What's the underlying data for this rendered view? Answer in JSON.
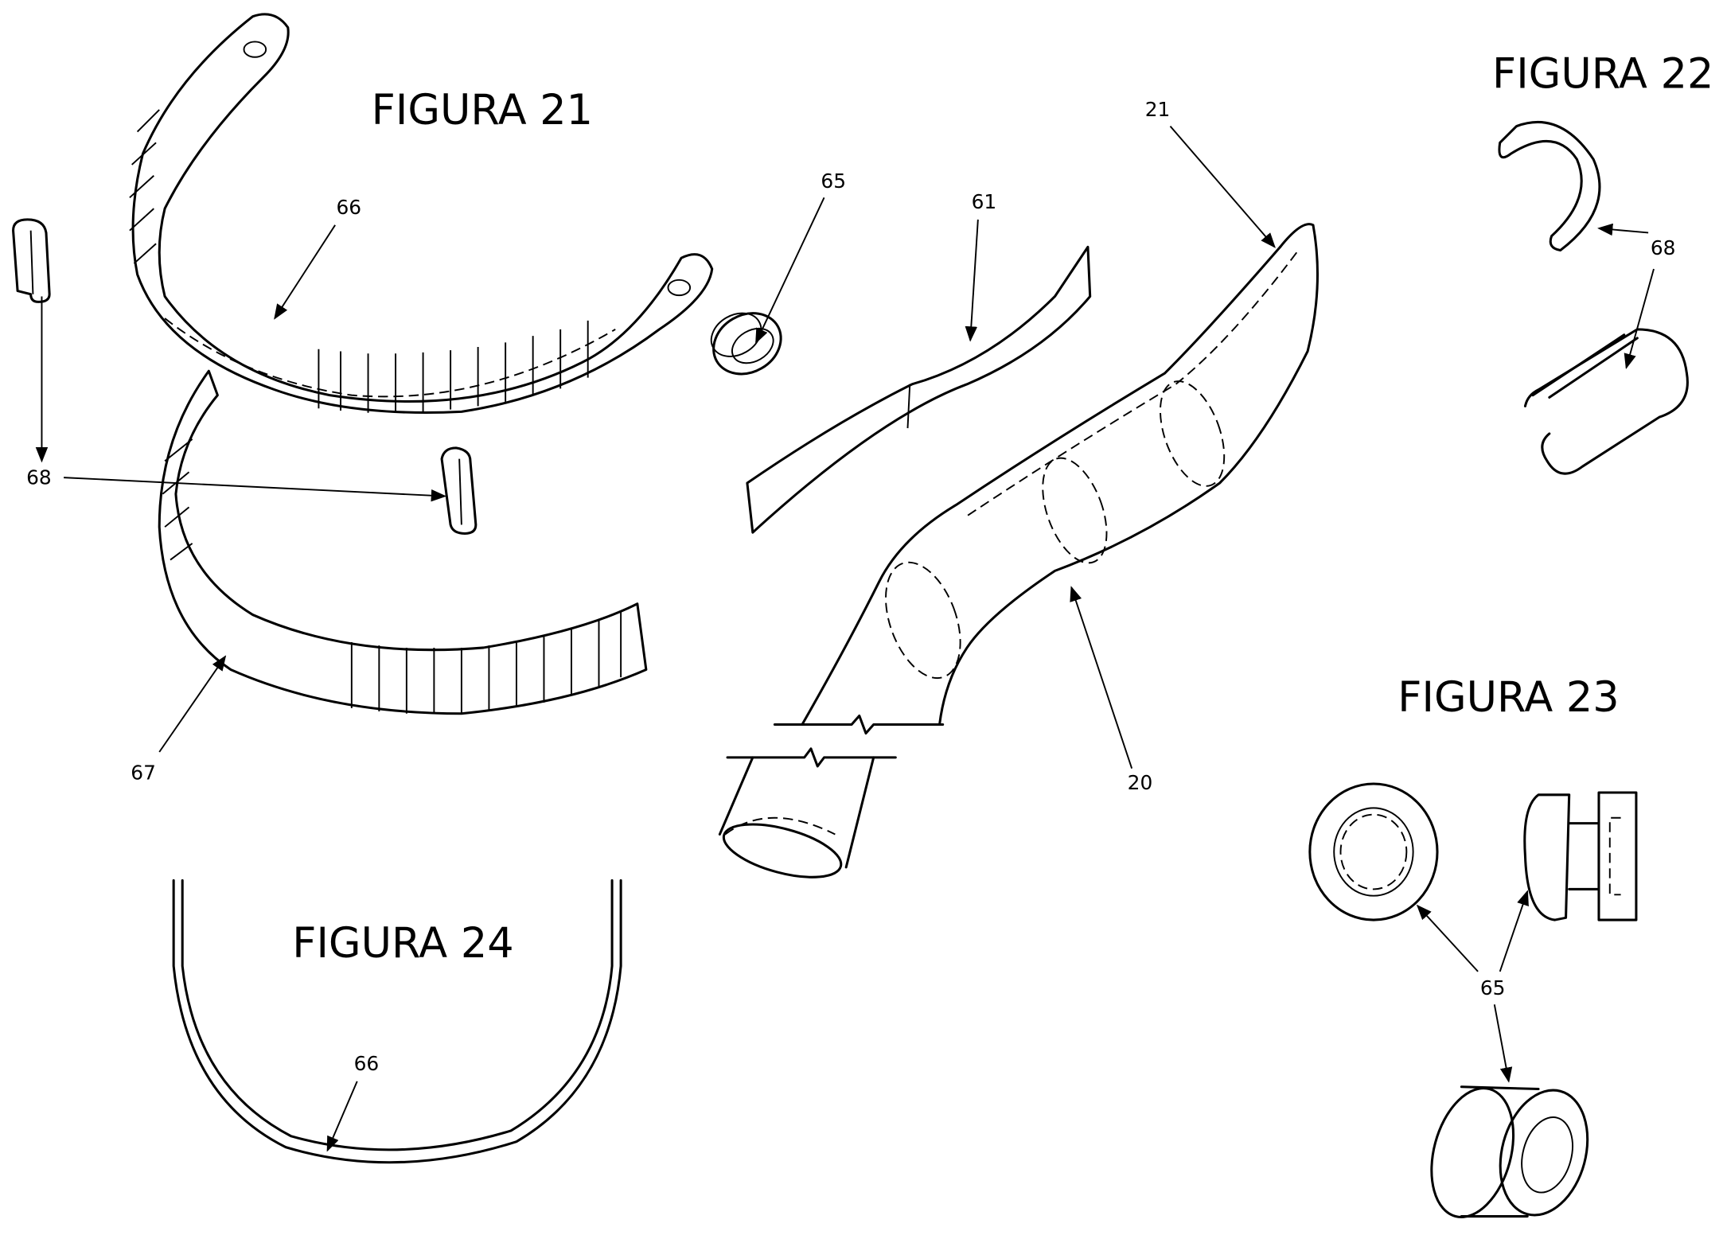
{
  "figures": {
    "fig21": "FIGURA 21",
    "fig22": "FIGURA 22",
    "fig23": "FIGURA 23",
    "fig24": "FIGURA 24"
  },
  "refs": {
    "r66a": "66",
    "r65a": "65",
    "r61": "61",
    "r21": "21",
    "r68a": "68",
    "r68b": "68",
    "r67": "67",
    "r20": "20",
    "r65b": "65",
    "r66b": "66"
  }
}
